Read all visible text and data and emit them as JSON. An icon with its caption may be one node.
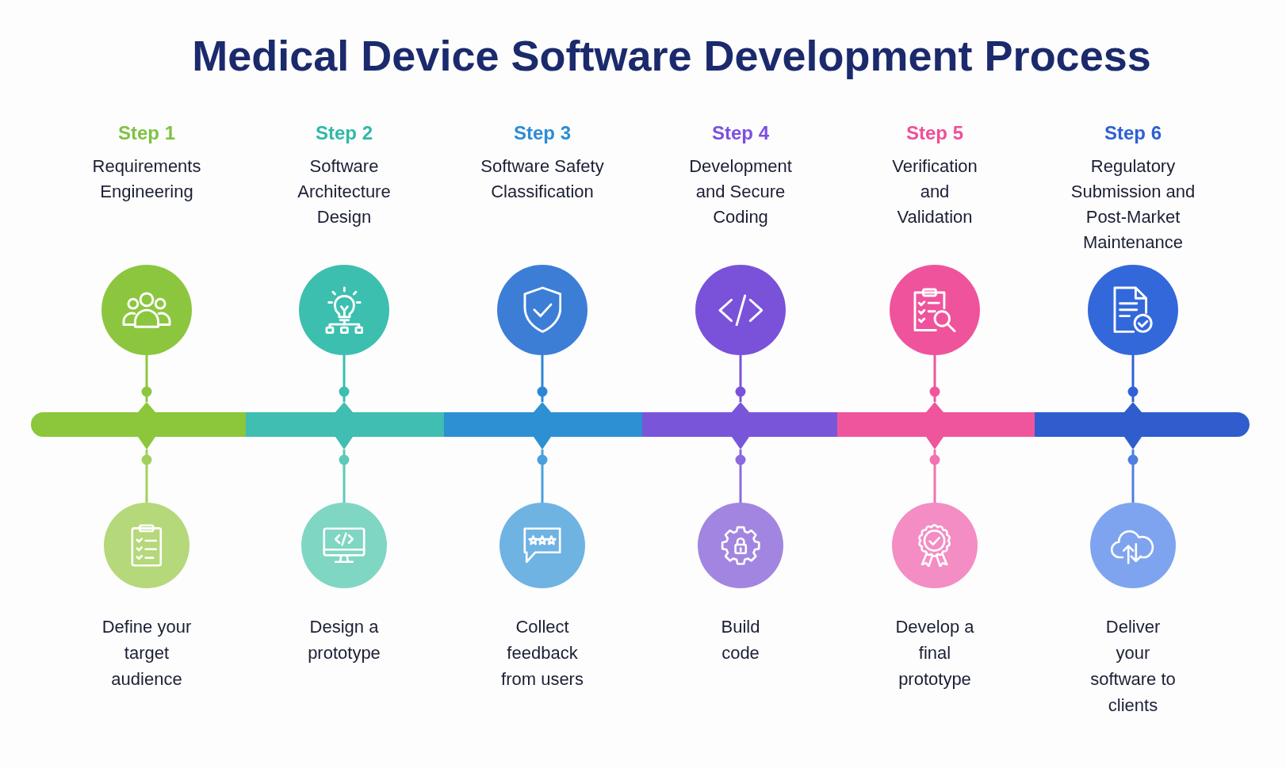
{
  "diagram": {
    "title": "Medical Device Software Development Process",
    "nodes": [
      {
        "text": [],
        "shape": "circle",
        "beside": [
          "Step 1",
          "Requirements Engineering"
        ]
      },
      {
        "text": [],
        "shape": "circle",
        "beside": [
          "Step 2",
          "Software Architecture Design"
        ]
      },
      {
        "text": [],
        "shape": "circle",
        "beside": [
          "Step 3",
          "Software Safety Classification"
        ]
      },
      {
        "text": [],
        "shape": "circle",
        "beside": [
          "Step 4",
          "Development and Secure Coding"
        ]
      },
      {
        "text": [],
        "shape": "circle",
        "beside": [
          "Step 5",
          "Verification and Validation"
        ]
      },
      {
        "text": [],
        "shape": "circle",
        "beside": [
          "Step 6",
          "Regulatory Submission and Post-Market Maintenance"
        ]
      },
      {
        "text": [],
        "shape": "bar"
      },
      {
        "text": [],
        "shape": "bar"
      },
      {
        "text": [],
        "shape": "bar"
      },
      {
        "text": [],
        "shape": "bar"
      },
      {
        "text": [],
        "shape": "bar"
      },
      {
        "text": [],
        "shape": "bar"
      },
      {
        "text": [],
        "shape": "circle",
        "beside": [
          "Define your target audience"
        ]
      },
      {
        "text": [],
        "shape": "circle",
        "beside": [
          "Design a prototype"
        ]
      },
      {
        "text": [],
        "shape": "circle",
        "beside": [
          "Collect feedback from users"
        ]
      },
      {
        "text": [],
        "shape": "circle",
        "beside": [
          "Build code"
        ]
      },
      {
        "text": [],
        "shape": "circle",
        "beside": [
          "Develop a final prototype"
        ]
      },
      {
        "text": [],
        "shape": "circle",
        "beside": [
          "Deliver your software to clients"
        ]
      }
    ],
    "edges": [
      {
        "from": 0,
        "to": 6,
        "arrow": "other",
        "color": "#8cc63f"
      },
      {
        "from": 12,
        "to": 6,
        "arrow": "other",
        "color": "#a3cf5c"
      },
      {
        "from": 1,
        "to": 7,
        "arrow": "other",
        "color": "#3cbfae"
      },
      {
        "from": 13,
        "to": 7,
        "arrow": "other",
        "color": "#5ccab9"
      },
      {
        "from": 2,
        "to": 8,
        "arrow": "other",
        "color": "#2d86d4"
      },
      {
        "from": 14,
        "to": 8,
        "arrow": "other",
        "color": "#4a9fdc"
      },
      {
        "from": 3,
        "to": 9,
        "arrow": "other",
        "color": "#7a52d9"
      },
      {
        "from": 15,
        "to": 9,
        "arrow": "other",
        "color": "#8a6ade"
      },
      {
        "from": 4,
        "to": 10,
        "arrow": "other",
        "color": "#ef559c"
      },
      {
        "from": 16,
        "to": 10,
        "arrow": "other",
        "color": "#f273b0"
      },
      {
        "from": 5,
        "to": 11,
        "arrow": "other",
        "color": "#2f62d6"
      },
      {
        "from": 17,
        "to": 11,
        "arrow": "other",
        "color": "#4f7ee0"
      }
    ]
  }
}
